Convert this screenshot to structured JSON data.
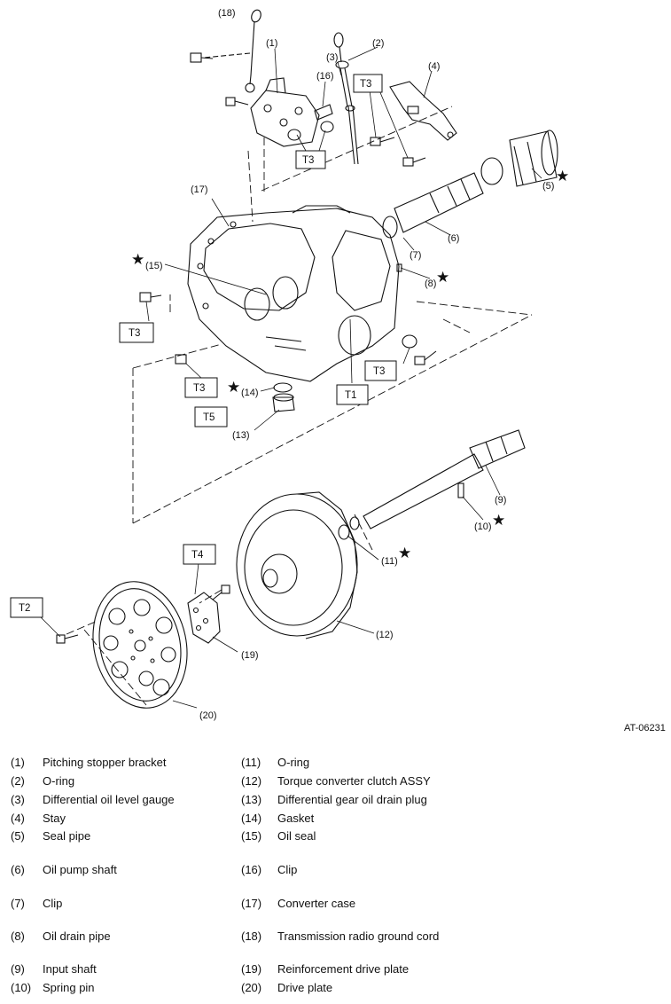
{
  "diagram": {
    "reference_code": "AT-06231",
    "callouts": [
      "(1)",
      "(2)",
      "(3)",
      "(4)",
      "(5)",
      "(6)",
      "(7)",
      "(8)",
      "(9)",
      "(10)",
      "(11)",
      "(12)",
      "(13)",
      "(14)",
      "(15)",
      "(16)",
      "(17)",
      "(18)",
      "(19)",
      "(20)"
    ],
    "torque_tags": [
      "T1",
      "T2",
      "T3",
      "T4",
      "T5"
    ],
    "star_marker": "★"
  },
  "legend": [
    {
      "num": "(1)",
      "name": "Pitching stopper bracket"
    },
    {
      "num": "(2)",
      "name": "O-ring"
    },
    {
      "num": "(3)",
      "name": "Differential oil level gauge"
    },
    {
      "num": "(4)",
      "name": "Stay"
    },
    {
      "num": "(5)",
      "name": "Seal pipe"
    },
    {
      "num": "(6)",
      "name": "Oil pump shaft"
    },
    {
      "num": "(7)",
      "name": "Clip"
    },
    {
      "num": "(8)",
      "name": "Oil drain pipe"
    },
    {
      "num": "(9)",
      "name": "Input shaft"
    },
    {
      "num": "(10)",
      "name": "Spring pin"
    },
    {
      "num": "(11)",
      "name": "O-ring"
    },
    {
      "num": "(12)",
      "name": "Torque converter clutch ASSY"
    },
    {
      "num": "(13)",
      "name": "Differential gear oil drain plug"
    },
    {
      "num": "(14)",
      "name": "Gasket"
    },
    {
      "num": "(15)",
      "name": "Oil seal"
    },
    {
      "num": "(16)",
      "name": "Clip"
    },
    {
      "num": "(17)",
      "name": "Converter case"
    },
    {
      "num": "(18)",
      "name": "Transmission radio ground cord"
    },
    {
      "num": "(19)",
      "name": "Reinforcement drive plate"
    },
    {
      "num": "(20)",
      "name": "Drive plate"
    }
  ]
}
